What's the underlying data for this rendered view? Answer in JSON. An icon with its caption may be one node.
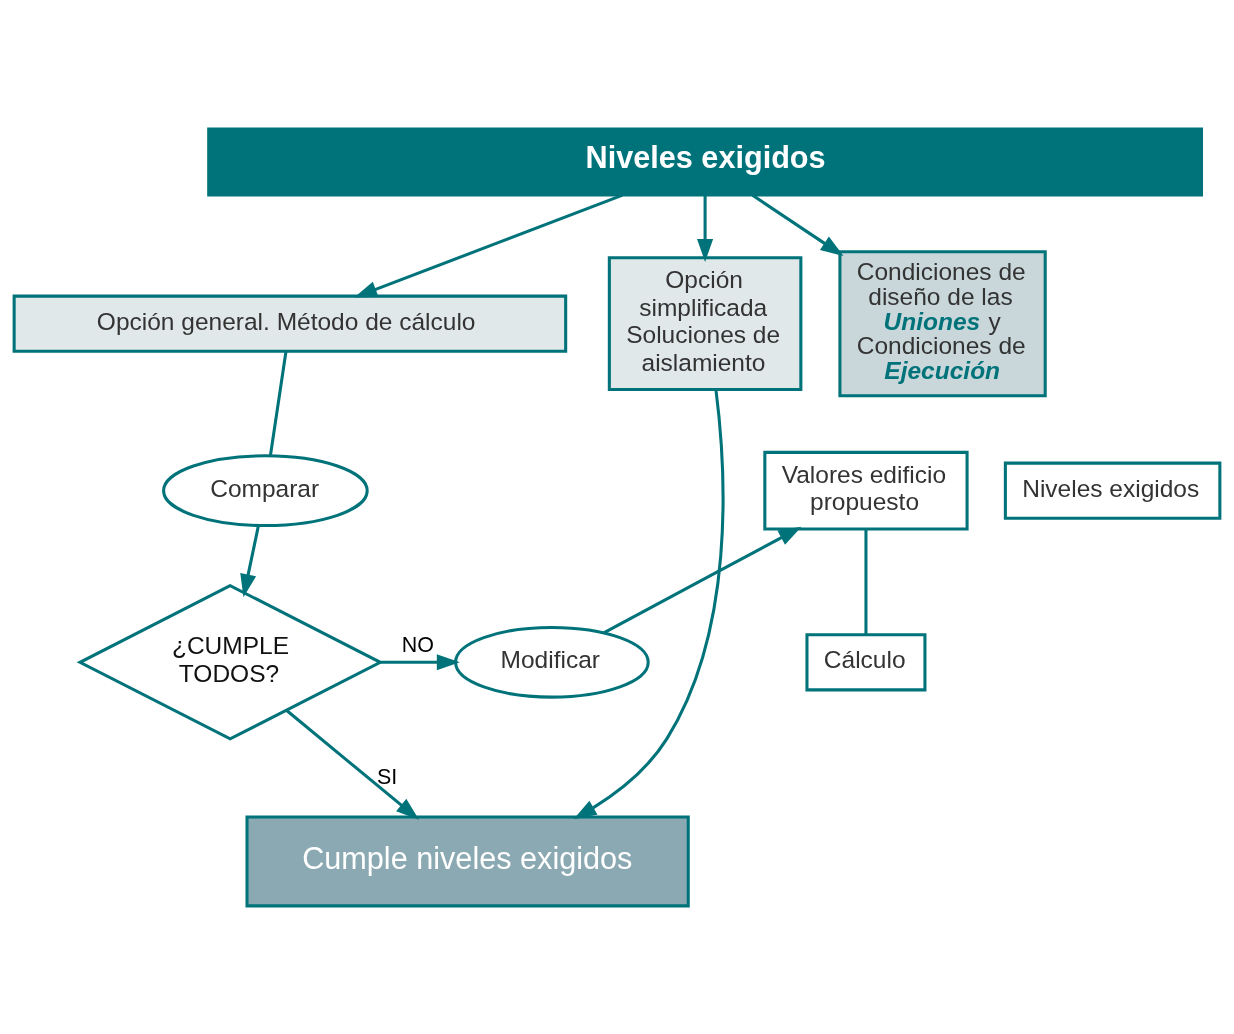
{
  "diagram": {
    "nodes": [
      {
        "text": [
          "Niveles exigidos"
        ]
      },
      {
        "text": [
          "Opción general. Método de cálculo"
        ]
      },
      {
        "text": [
          "Opción simplificada Soluciones de aislamiento"
        ]
      },
      {
        "text": [
          "Condiciones de diseño de las **Uniones** y Condiciones de **Ejecución**"
        ]
      },
      {
        "text": [
          "Niveles exigidos"
        ]
      },
      {
        "text": [
          "Comparar"
        ]
      },
      {
        "text": [
          "Valores edificio propuesto"
        ]
      },
      {
        "text": [
          "Cálculo"
        ]
      },
      {
        "text": [
          "¿CUMPLE TODOS?"
        ]
      },
      {
        "text": [
          "Modificar"
        ]
      },
      {
        "text": [
          "Cumple niveles exigidos"
        ]
      }
    ],
    "edges": [
      {
        "from": 0,
        "to": 1,
        "arrow": "to"
      },
      {
        "from": 0,
        "to": 2,
        "arrow": "to"
      },
      {
        "from": 0,
        "to": 3,
        "arrow": "to"
      },
      {
        "from": 1,
        "to": 5,
        "arrow": "none"
      },
      {
        "from": 6,
        "to": 7,
        "arrow": "none"
      },
      {
        "from": 5,
        "to": 8,
        "arrow": "to"
      },
      {
        "from": 8,
        "to": 9,
        "arrow": "to",
        "label": "NO"
      },
      {
        "from": 9,
        "to": 6,
        "arrow": "to"
      },
      {
        "from": 8,
        "to": 10,
        "arrow": "to",
        "label": "SI"
      },
      {
        "from": 2,
        "to": 10,
        "arrow": "to"
      }
    ]
  }
}
